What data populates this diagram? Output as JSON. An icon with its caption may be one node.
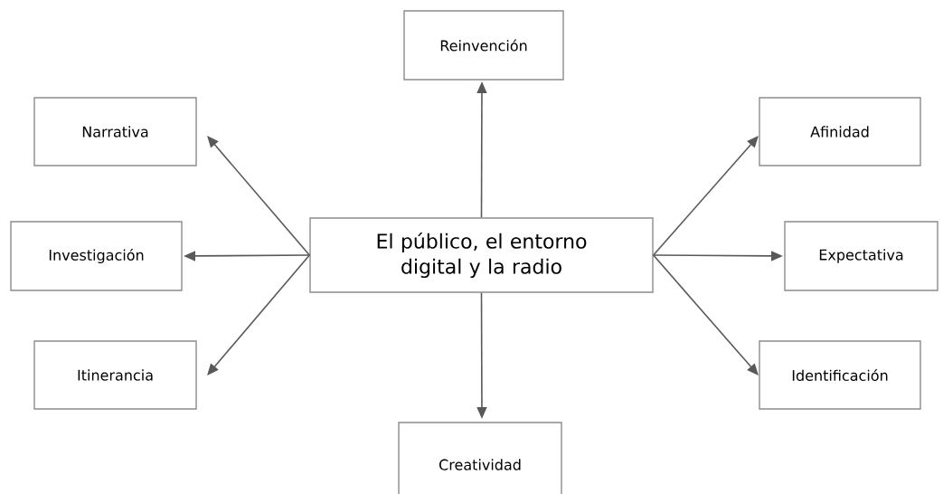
{
  "diagram": {
    "nodes": [
      {
        "text": [
          "El público, el entorno digital y la radio"
        ]
      },
      {
        "text": [
          "Reinvención"
        ]
      },
      {
        "text": [
          "Narrativa"
        ]
      },
      {
        "text": [
          "Afinidad"
        ]
      },
      {
        "text": [
          "Investigación"
        ]
      },
      {
        "text": [
          "Expectativa"
        ]
      },
      {
        "text": [
          "Itinerancia"
        ]
      },
      {
        "text": [
          "Identificación"
        ]
      },
      {
        "text": [
          "Creatividad"
        ]
      }
    ],
    "edges": [
      {
        "from": 0,
        "to": 1,
        "arrow": "to"
      },
      {
        "from": 0,
        "to": 2,
        "arrow": "to"
      },
      {
        "from": 0,
        "to": 3,
        "arrow": "to"
      },
      {
        "from": 0,
        "to": 4,
        "arrow": "to"
      },
      {
        "from": 0,
        "to": 5,
        "arrow": "to"
      },
      {
        "from": 0,
        "to": 6,
        "arrow": "to"
      },
      {
        "from": 0,
        "to": 7,
        "arrow": "to"
      },
      {
        "from": 0,
        "to": 8,
        "arrow": "to"
      }
    ]
  }
}
